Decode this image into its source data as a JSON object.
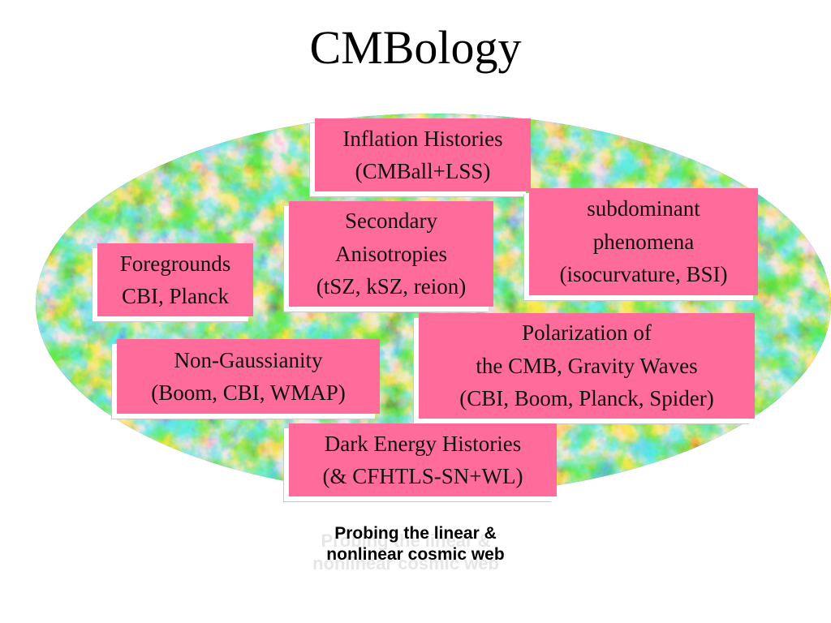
{
  "title": "CMBology",
  "boxes": {
    "inflation": [
      "Inflation Histories",
      "(CMBall+LSS)"
    ],
    "subdominant": [
      "subdominant",
      "phenomena",
      "(isocurvature, BSI)"
    ],
    "secondary": [
      "Secondary",
      "Anisotropies",
      "(tSZ, kSZ, reion)"
    ],
    "foregrounds": [
      "Foregrounds",
      "CBI, Planck"
    ],
    "polarization": [
      "Polarization of",
      "the CMB, Gravity Waves",
      "(CBI, Boom, Planck, Spider)"
    ],
    "nongaussianity": [
      "Non-Gaussianity",
      "(Boom, CBI, WMAP)"
    ],
    "darkenergy": [
      "Dark Energy Histories",
      "(& CFHTLS-SN+WL)"
    ]
  },
  "caption": [
    "Probing the linear &",
    "nonlinear cosmic web"
  ],
  "colors": {
    "box": "#ff6b9a",
    "sky_base": "#2a63b8"
  }
}
